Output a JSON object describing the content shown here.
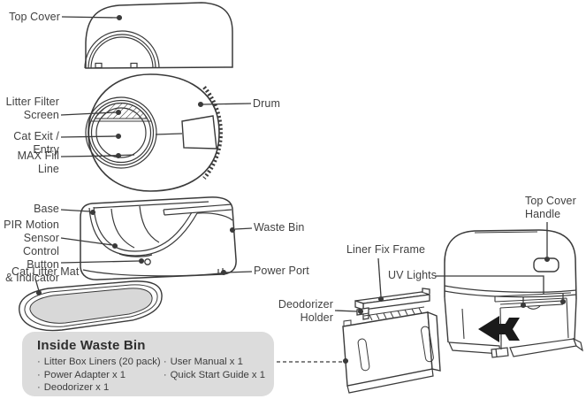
{
  "labels": {
    "top_cover": "Top Cover",
    "litter_filter_screen": "Litter Filter\nScreen",
    "cat_exit_entry": "Cat Exit / Entry",
    "max_fill_line": "MAX Fill Line",
    "base": "Base",
    "pir_motion_sensor": "PIR Motion\nSensor",
    "control_button_indicator": "Control Button\n& Indicator",
    "cat_litter_mat": "Cat Litter Mat",
    "drum": "Drum",
    "waste_bin": "Waste Bin",
    "power_port": "Power Port",
    "deodorizer_holder": "Deodorizer\nHolder",
    "liner_fix_frame": "Liner Fix Frame",
    "uv_lights": "UV Lights",
    "top_cover_handle": "Top Cover\nHandle"
  },
  "inside_waste_bin": {
    "title": "Inside Waste Bin",
    "bullet": "·",
    "items_col1": [
      "Litter Box Liners (20 pack)",
      "Power Adapter x 1",
      "Deodorizer x 1"
    ],
    "items_col2": [
      "User Manual x 1",
      "Quick Start Guide x 1"
    ]
  },
  "colors": {
    "line": "#3a3a3a",
    "text": "#414141",
    "panel_background": "#dcdcdc",
    "mat_fill": "#d8d8d8",
    "arrow": "#1a1a1a"
  }
}
